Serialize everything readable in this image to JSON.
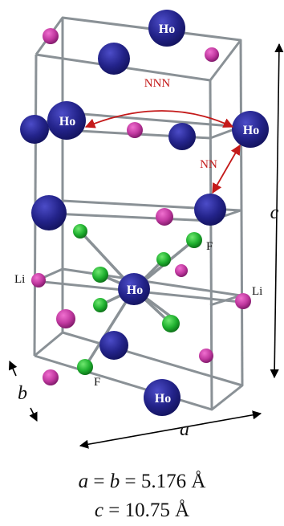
{
  "atoms": {
    "ho_label": "Ho",
    "li_label": "Li",
    "f_label": "F"
  },
  "distances": {
    "nnn_label": "NNN",
    "nn_label": "NN"
  },
  "axes": {
    "a_label": "a",
    "b_label": "b",
    "c_label": "c"
  },
  "lattice": {
    "a_text": "a",
    "eq1": "=",
    "b_text": "b",
    "eq2": "=",
    "ab_value": "5.176 Å",
    "c_text": "c",
    "eq3": "=",
    "c_value": "10.75 Å"
  },
  "colors": {
    "ho": "#23238a",
    "li": "#c0389f",
    "f": "#1fb02f",
    "bond": "#8a9196",
    "arrow": "#c41a1a"
  }
}
